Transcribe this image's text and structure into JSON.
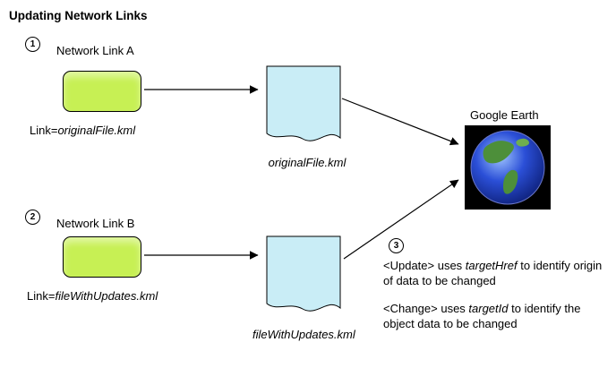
{
  "title": "Updating Network Links",
  "colors": {
    "link_box_fill": "#c7f054",
    "link_box_border": "#000000",
    "document_fill": "#c9edf6",
    "document_border": "#000000",
    "arrow": "#000000",
    "globe_bg": "#000000",
    "globe_ocean": "#2b4fd7",
    "globe_land": "#4d8f3a"
  },
  "sections": [
    {
      "step": "1",
      "title": "Network Link A",
      "link_prefix": "Link=",
      "link_file": "originalFile.kml",
      "doc_label": "originalFile.kml"
    },
    {
      "step": "2",
      "title": "Network Link B",
      "link_prefix": "Link=",
      "link_file": "fileWithUpdates.kml",
      "doc_label": "fileWithUpdates.kml"
    }
  ],
  "google_earth": {
    "label": "Google Earth"
  },
  "note": {
    "step": "3",
    "lines": [
      {
        "pre": "<Update> uses ",
        "em": "targetHref",
        "post": " to identify origin of data to be changed"
      },
      {
        "pre": "<Change> uses ",
        "em": "targetId",
        "post": " to identify the object data to be changed"
      }
    ]
  }
}
